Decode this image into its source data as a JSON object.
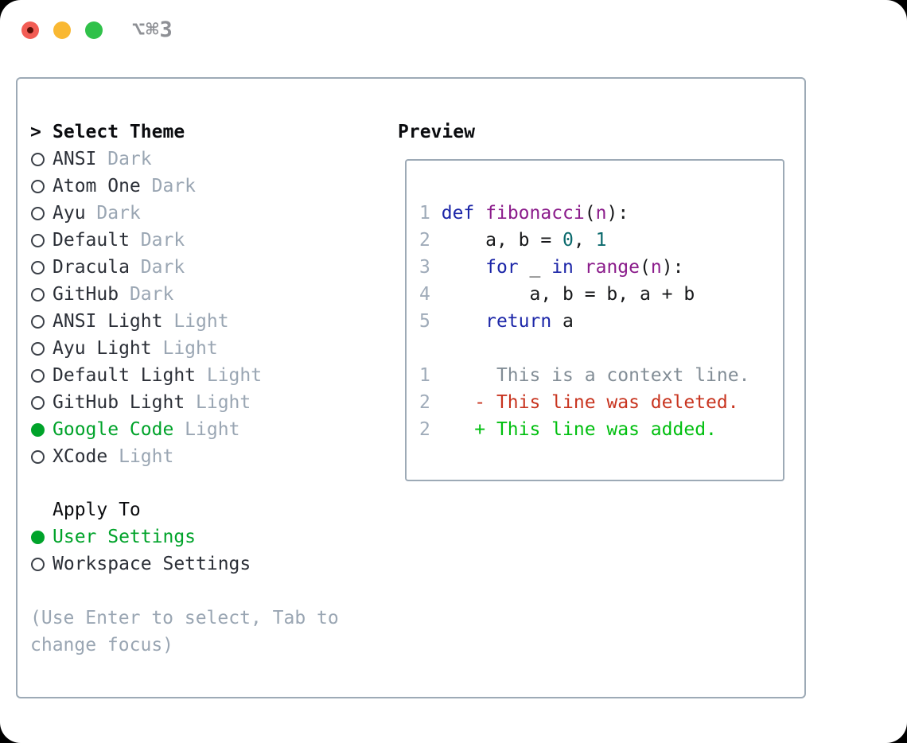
{
  "window": {
    "title": "⌥⌘3"
  },
  "titlebar": {
    "traffic_lights": [
      "close",
      "minimize",
      "zoom"
    ]
  },
  "theme_panel": {
    "cursor": ">",
    "header": "Select Theme",
    "items": [
      {
        "name": "ANSI",
        "variant": "Dark",
        "selected": false
      },
      {
        "name": "Atom One",
        "variant": "Dark",
        "selected": false
      },
      {
        "name": "Ayu",
        "variant": "Dark",
        "selected": false
      },
      {
        "name": "Default",
        "variant": "Dark",
        "selected": false
      },
      {
        "name": "Dracula",
        "variant": "Dark",
        "selected": false
      },
      {
        "name": "GitHub",
        "variant": "Dark",
        "selected": false
      },
      {
        "name": "ANSI Light",
        "variant": "Light",
        "selected": false
      },
      {
        "name": "Ayu Light",
        "variant": "Light",
        "selected": false
      },
      {
        "name": "Default Light",
        "variant": "Light",
        "selected": false
      },
      {
        "name": "GitHub Light",
        "variant": "Light",
        "selected": false
      },
      {
        "name": "Google Code",
        "variant": "Light",
        "selected": true
      },
      {
        "name": "XCode",
        "variant": "Light",
        "selected": false
      }
    ],
    "apply_header": "Apply To",
    "apply_options": [
      {
        "label": "User Settings",
        "selected": true
      },
      {
        "label": "Workspace Settings",
        "selected": false
      }
    ],
    "hint": "(Use Enter to select, Tab to change focus)"
  },
  "preview": {
    "header": "Preview",
    "lines": [
      {
        "tokens": [
          [
            "1",
            "num"
          ],
          [
            " ",
            "pl"
          ],
          [
            "def",
            "kw"
          ],
          [
            " ",
            "pl"
          ],
          [
            "fibonacci",
            "fn"
          ],
          [
            "(",
            "pl"
          ],
          [
            "n",
            "fn"
          ],
          [
            "):",
            "pl"
          ]
        ]
      },
      {
        "tokens": [
          [
            "2",
            "num"
          ],
          [
            "     a, b = ",
            "pl"
          ],
          [
            "0",
            "lit"
          ],
          [
            ", ",
            "pl"
          ],
          [
            "1",
            "lit"
          ]
        ]
      },
      {
        "tokens": [
          [
            "3",
            "num"
          ],
          [
            "     ",
            "pl"
          ],
          [
            "for",
            "kw"
          ],
          [
            " _ ",
            "pl"
          ],
          [
            "in",
            "kw"
          ],
          [
            " ",
            "pl"
          ],
          [
            "range",
            "fn"
          ],
          [
            "(",
            "pl"
          ],
          [
            "n",
            "fn"
          ],
          [
            "):",
            "pl"
          ]
        ]
      },
      {
        "tokens": [
          [
            "4",
            "num"
          ],
          [
            "         a, b = b, a + b",
            "pl"
          ]
        ]
      },
      {
        "tokens": [
          [
            "5",
            "num"
          ],
          [
            "     ",
            "pl"
          ],
          [
            "return",
            "kw"
          ],
          [
            " a",
            "pl"
          ]
        ]
      },
      {
        "tokens": []
      },
      {
        "tokens": [
          [
            "1",
            "num"
          ],
          [
            "      This is a context line.",
            "ctx"
          ]
        ]
      },
      {
        "tokens": [
          [
            "2",
            "num"
          ],
          [
            "    ",
            "pl"
          ],
          [
            "- This line was deleted.",
            "del"
          ]
        ]
      },
      {
        "tokens": [
          [
            "2",
            "num"
          ],
          [
            "    ",
            "pl"
          ],
          [
            "+ This line was added.",
            "add"
          ]
        ]
      }
    ]
  },
  "colors": {
    "panel_border": "#9daab6",
    "selected_green": "#00a32a",
    "added_green": "#00bf0f",
    "deleted_red": "#c8341f",
    "keyword_blue": "#1c26a8",
    "function_purple": "#8b1c8b",
    "literal_teal": "#0b6a6d",
    "muted_gray": "#9aa6b3",
    "line_number_gray": "#9fabb9",
    "traffic_red": "#f25c54",
    "traffic_yellow": "#f9b832",
    "traffic_green": "#30c14a"
  }
}
